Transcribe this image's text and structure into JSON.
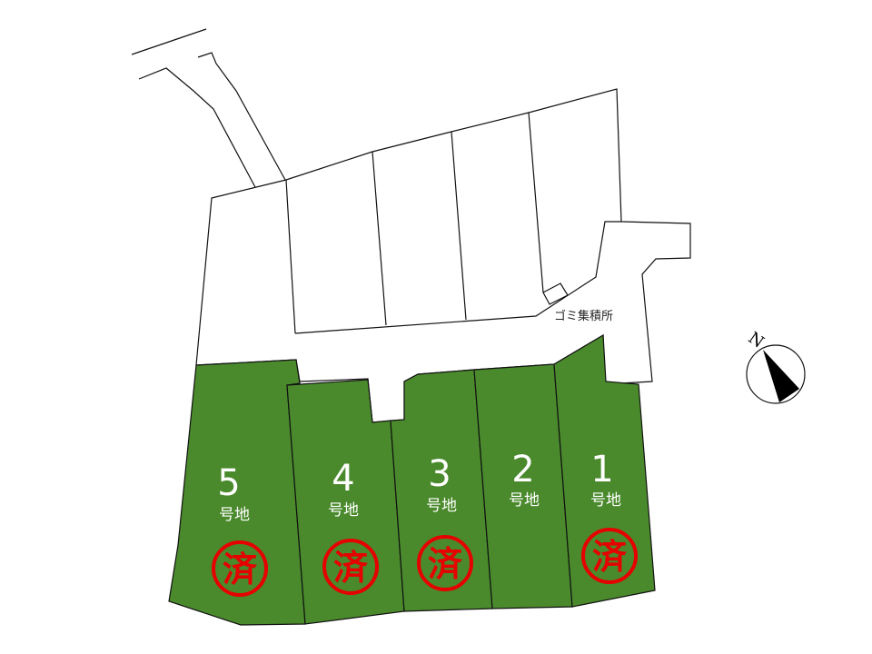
{
  "map": {
    "lots": [
      {
        "number": "5",
        "suffix": "号地",
        "status": "済",
        "sold": true
      },
      {
        "number": "4",
        "suffix": "号地",
        "status": "済",
        "sold": true
      },
      {
        "number": "3",
        "suffix": "号地",
        "status": "済",
        "sold": true
      },
      {
        "number": "2",
        "suffix": "号地",
        "status": "",
        "sold": false
      },
      {
        "number": "1",
        "suffix": "号地",
        "status": "済",
        "sold": true
      }
    ],
    "garbage_label": "ゴミ集積所",
    "compass_label": "N",
    "colors": {
      "lot": "#4a8a2c",
      "stamp": "#e60000"
    }
  }
}
